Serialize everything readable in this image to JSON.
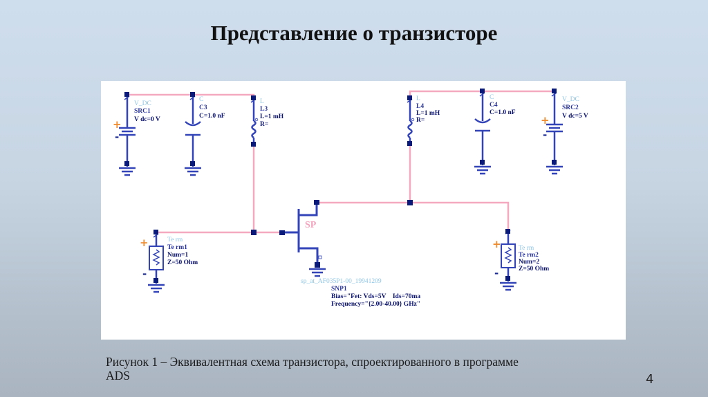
{
  "slide": {
    "title": "Представление о транзисторе",
    "caption_line1": "Рисунок 1 – Эквивалентная схема транзистора, спроектированного в программе",
    "caption_line2": "ADS",
    "page_number": "4"
  },
  "schematic": {
    "colors": {
      "wire": "#f4a9c0",
      "component": "#3344b8",
      "pin": "#0a1a7a",
      "polarity": "#f08a2a",
      "label_type": "#8fc6e6",
      "label_name": "#2a35a0"
    },
    "src1": {
      "type": "V_DC",
      "name": "SRC1",
      "params": [
        "V dc=0 V"
      ],
      "plus": "+",
      "minus": "-"
    },
    "c3": {
      "type": "C",
      "name": "C3",
      "params": [
        "C=1.0 nF"
      ]
    },
    "l3": {
      "type": "L",
      "name": "L3",
      "params": [
        "L=1 mH",
        "R="
      ]
    },
    "l4": {
      "type": "L",
      "name": "L4",
      "params": [
        "L=1 mH",
        "R="
      ]
    },
    "c4": {
      "type": "C",
      "name": "C4",
      "params": [
        "C=1.0 nF"
      ]
    },
    "src2": {
      "type": "V_DC",
      "name": "SRC2",
      "params": [
        "V dc=5 V"
      ],
      "plus": "+",
      "minus": "-"
    },
    "term1": {
      "type": "Te rm",
      "name": "Te rm1",
      "params": [
        "Num=1",
        "Z=50 Ohm"
      ],
      "plus": "+",
      "minus": "-"
    },
    "term2": {
      "type": "Te rm",
      "name": "Te rm2",
      "params": [
        "Num=2",
        "Z=50 Ohm"
      ],
      "plus": "+",
      "minus": "-"
    },
    "snp1": {
      "symbol_label": "SP",
      "type": "sp_at_AF035P1-00_19941209",
      "name": "SNP1",
      "params": [
        "Bias=\"Fet: Vds=5V    Ids=70ma",
        "Frequency=\"{2.00-40.00} GHz\""
      ]
    }
  }
}
